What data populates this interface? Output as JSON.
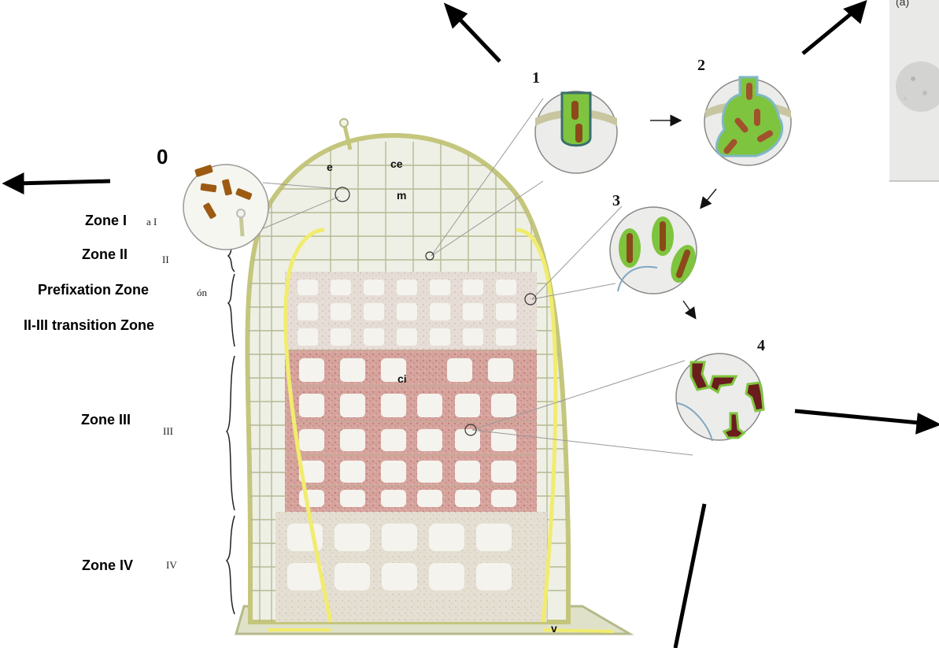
{
  "zone_labels": {
    "zone_1": "Zone I",
    "zone_2": "Zone II",
    "prefix": "Prefixation Zone",
    "transition": "II-III transition Zone",
    "zone_3": "Zone III",
    "zone_4": "Zone IV"
  },
  "roman_labels": {
    "r1": "a I",
    "r2": "II",
    "r_prefix": "ón",
    "r3": "III",
    "r4": "IV"
  },
  "tissue_labels": {
    "e": "e",
    "ce": "ce",
    "m": "m",
    "ci": "ci",
    "v": "v"
  },
  "stage_labels": {
    "s0": "0",
    "s1": "1",
    "s2": "2",
    "s3": "3",
    "s4": "4"
  },
  "corner_label": "(a)",
  "colors": {
    "nodule_outline": "#c6c77a",
    "cell_fill": "#eef0e6",
    "cell_border": "#a9ad86",
    "vascular": "#f1ec6e",
    "infected": "#d9a6a0",
    "senescent": "#e2ddd0",
    "bacteroid": "#a0522d",
    "bacteroid_mature": "#6b1d1d",
    "symbiosome": "#7fc43e"
  }
}
